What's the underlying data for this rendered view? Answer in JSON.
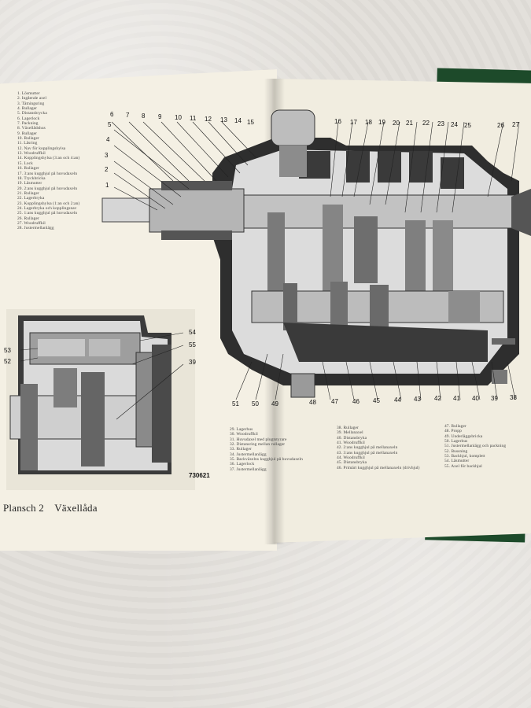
{
  "document": {
    "plate_label": "Plansch 2",
    "plate_title": "Växellåda",
    "figure_number": "730621",
    "legend_left": [
      "1. Lösmutter",
      "2. Ingående axel",
      "3. Tätningsring",
      "4. Rullager",
      "5. Distansbrycka",
      "6. Lagerlock",
      "7. Packning",
      "8. Växellådshus",
      "9. Rullager",
      "10. Rullager",
      "11. Låsring",
      "12. Nav för kopplingshylsa",
      "13. Woodruffkil",
      "14. Kopplingshylsa (3:an och 4:an)",
      "15. Lock",
      "16. Rullager",
      "17. 3:ans kugghjul på huvudaxeln",
      "18. Tryckbricka",
      "19. Låsmutter",
      "20. 2:ans kugghjul på huvudaxeln",
      "21. Rullager",
      "22. Lagerbryka",
      "23. Kopplingshylsa (1:an och 2:an)",
      "24. Lagerbryka och kopplingsnav",
      "25. 1:ans kugghjul på huvudaxeln",
      "26. Rullager",
      "27. Woodruffkil",
      "28. Justermellanlägg"
    ],
    "legend_bottom_1": [
      "29. Lagerhus",
      "30. Woodruffkil",
      "31. Huvudaxel med plugtstyrare",
      "32. Distansring mellan rullager",
      "33. Rullager",
      "34. Justermellanlägg",
      "35. Backväxelns kugghjul på huvudaxeln",
      "36. Lagerlock",
      "37. Justermellanlägg"
    ],
    "legend_bottom_2": [
      "38. Rullager",
      "39. Mellanaxel",
      "40. Distansbryka",
      "41. Woodruffkil",
      "42. 2:ans kugghjul på mellanaxeln",
      "43. 3:ans kugghjul på mellanaxeln",
      "44. Woodruffkil",
      "45. Distansbryka",
      "46. Primärt kugghjul på mellanaxeln (drivhjul)"
    ],
    "legend_bottom_3": [
      "47. Rullager",
      "48. Propp",
      "49. Underläggsbricka",
      "50. Lagerhus",
      "51. Justermellanlägg och packning",
      "52. Bussning",
      "53. Backhjul, komplett",
      "54. Låsmutter",
      "55. Axel för backhjul"
    ]
  },
  "callouts_top": [
    "6",
    "7",
    "8",
    "9",
    "10",
    "11",
    "12",
    "13",
    "14",
    "15",
    "16",
    "17",
    "18",
    "19",
    "20",
    "21",
    "22",
    "23",
    "24",
    "25",
    "26",
    "27"
  ],
  "callouts_left": [
    "5",
    "4",
    "3",
    "2",
    "1"
  ],
  "callouts_bottom": [
    "51",
    "50",
    "49",
    "48",
    "47",
    "46",
    "45",
    "44",
    "43",
    "42",
    "41",
    "40",
    "39",
    "38"
  ],
  "callouts_inset": [
    "54",
    "55",
    "53",
    "52",
    "39"
  ],
  "colors": {
    "paper": "#f4f0e4",
    "ink": "#222222",
    "metal_light": "#c9c9c9",
    "metal_dark": "#3b3b3b",
    "book_cover": "#1d4a2a"
  }
}
